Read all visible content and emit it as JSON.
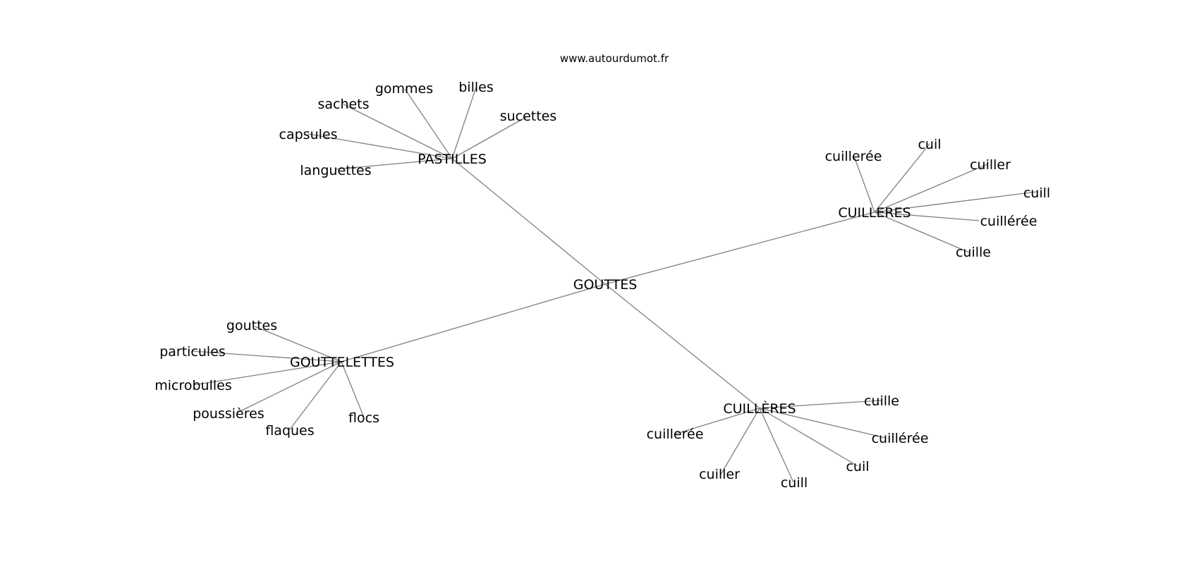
{
  "watermark": "www.autourdumot.fr",
  "center": "GOUTTES",
  "clusters": [
    {
      "hub": "PASTILLES",
      "leaves": [
        "gommes",
        "billes",
        "sachets",
        "sucettes",
        "capsules",
        "languettes"
      ]
    },
    {
      "hub": "CUILLERES",
      "leaves": [
        "cuillerée",
        "cuil",
        "cuiller",
        "cuill",
        "cuillérée",
        "cuille"
      ]
    },
    {
      "hub": "GOUTTELETTES",
      "leaves": [
        "gouttes",
        "particules",
        "microbulles",
        "poussières",
        "flaques",
        "flocs"
      ]
    },
    {
      "hub": "CUILLÈRES",
      "leaves": [
        "cuille",
        "cuillerée",
        "cuillérée",
        "cuil",
        "cuiller",
        "cuill"
      ]
    }
  ]
}
